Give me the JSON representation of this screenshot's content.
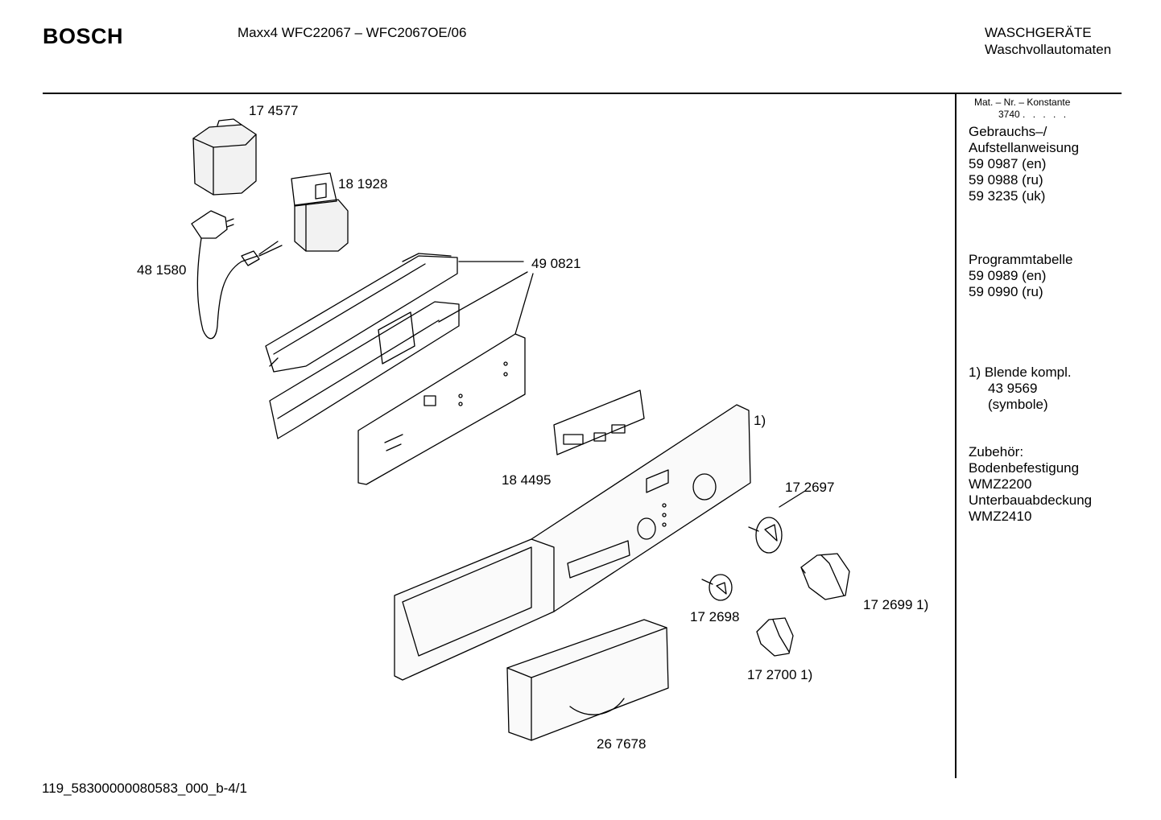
{
  "header": {
    "brand": "BOSCH",
    "model": "Maxx4 WFC22067 – WFC2067OE/06",
    "category": "WASCHGERÄTE",
    "subcategory": "Waschvollautomaten"
  },
  "sidebar": {
    "constant_label": "Mat. – Nr. – Konstante",
    "constant_value": "3740",
    "constant_dots": ". . . . .",
    "manual_title_1": "Gebrauchs–/",
    "manual_title_2": "Aufstellanweisung",
    "manual_items": [
      "59 0987 (en)",
      "59 0988 (ru)",
      "59 3235 (uk)"
    ],
    "program_title": "Programmtabelle",
    "program_items": [
      "59 0989 (en)",
      "59 0990 (ru)"
    ],
    "note_line_1": "1)  Blende kompl.",
    "note_line_2": "43 9569",
    "note_line_3": "(symbole)",
    "accessories_title": "Zubehör:",
    "accessories_items": [
      "Bodenbefestigung",
      "WMZ2200",
      "Unterbauabdeckung",
      "WMZ2410"
    ]
  },
  "parts": {
    "p174577": "17 4577",
    "p181928": "18 1928",
    "p481580": "48 1580",
    "p490821": "49 0821",
    "p184495": "18 4495",
    "note1": "1)",
    "p172697": "17 2697",
    "p172698": "17 2698",
    "p172699": "17 2699 1)",
    "p172700": "17 2700 1)",
    "p267678": "26 7678"
  },
  "footer": {
    "code": "119_58300000080583_000_b-4/1"
  }
}
